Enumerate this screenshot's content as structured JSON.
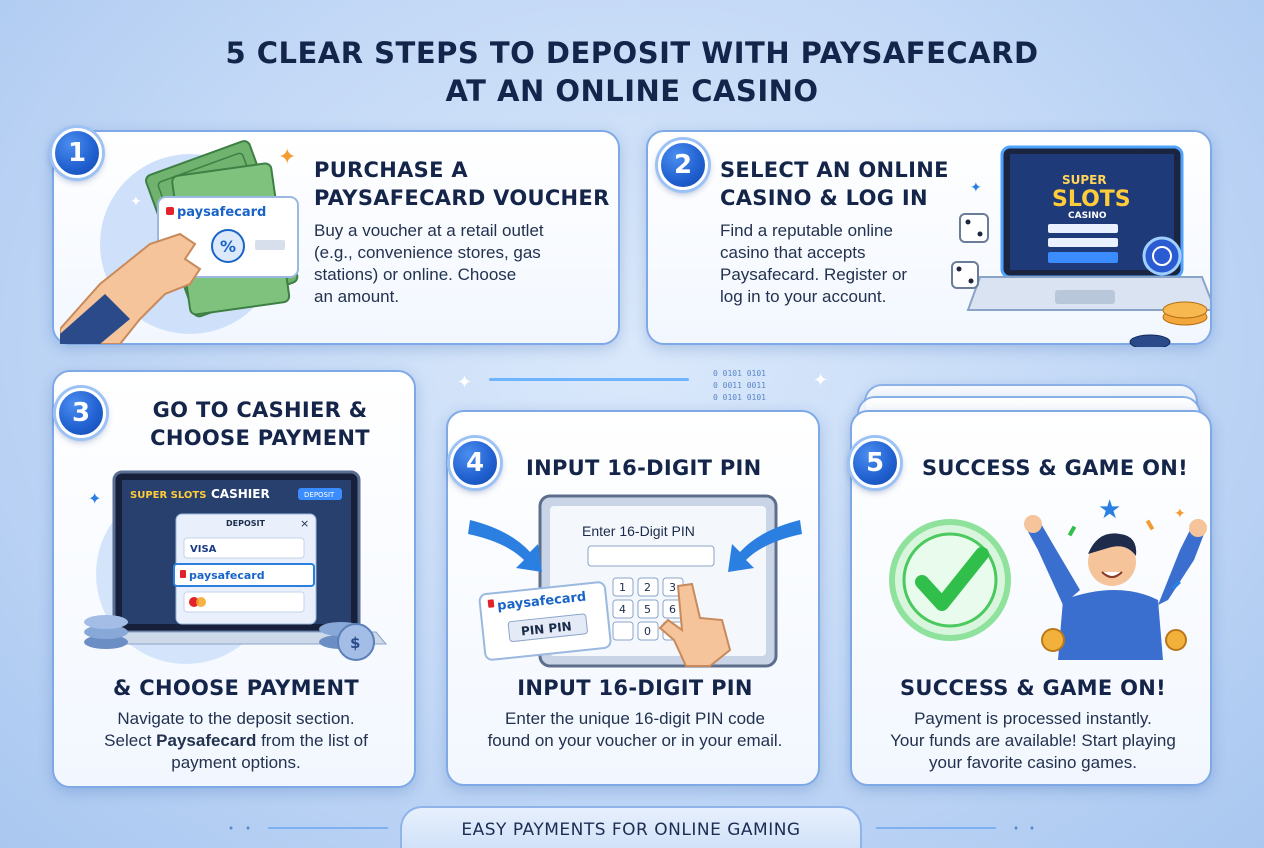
{
  "title": {
    "line1": "5 CLEAR STEPS TO DEPOSIT WITH PAYSAFECARD",
    "line2": "AT AN ONLINE CASINO"
  },
  "steps": [
    {
      "number": "1",
      "heading_line1": "PURCHASE A",
      "heading_line2": "PAYSAFECARD VOUCHER",
      "body": [
        "Buy a voucher at a retail outlet",
        "(e.g., convenience stores, gas",
        "stations) or online. Choose",
        "an amount."
      ],
      "voucher_brand": "paysafecard",
      "voucher_symbol": "%"
    },
    {
      "number": "2",
      "heading_line1": "SELECT AN ONLINE",
      "heading_line2": "CASINO & LOG IN",
      "body": [
        "Find a reputable online",
        "casino that accepts",
        "Paysafecard. Register or",
        "log in to your account."
      ],
      "screen_logo_top": "SUPER",
      "screen_logo_main": "SLOTS",
      "screen_logo_sub": "CASINO"
    },
    {
      "number": "3",
      "heading_line1": "GO TO CASHIER &",
      "heading_line2": "CHOOSE PAYMENT",
      "subheading": "& CHOOSE PAYMENT",
      "body_before": "Navigate to the deposit section.",
      "body_select": "Select ",
      "body_bold": "Paysafecard",
      "body_after": " from the list of",
      "body_last": "payment options.",
      "screen_logo": "SUPER SLOTS",
      "screen_title": "CASHIER",
      "screen_button": "DEPOSIT",
      "dialog_title": "DEPOSIT",
      "dialog_close": "×",
      "option_visa": "VISA",
      "option_paysafe": "paysafecard"
    },
    {
      "number": "4",
      "heading": "INPUT 16-DIGIT PIN",
      "subheading": "INPUT 16-DIGIT PIN",
      "body": [
        "Enter the unique 16-digit PIN code",
        "found on your voucher or in your email."
      ],
      "screen_prompt": "Enter 16-Digit PIN",
      "card_brand": "paysafecard",
      "card_label": "PIN PIN",
      "keypad": [
        "1",
        "2",
        "3",
        "4",
        "5",
        "6",
        "",
        "0",
        ""
      ]
    },
    {
      "number": "5",
      "heading": "SUCCESS & GAME ON!",
      "subheading": "SUCCESS & GAME ON!",
      "body": [
        "Payment is processed instantly.",
        "Your funds are available! Start playing",
        "your favorite casino games."
      ]
    }
  ],
  "footer": {
    "label": "EASY PAYMENTS FOR ONLINE GAMING"
  },
  "colors": {
    "accent": "#1f5fcf",
    "card_border": "#7fa9e6",
    "success": "#2fbf4a",
    "paysafe_red": "#e2232a",
    "paysafe_blue": "#1a64c8"
  }
}
